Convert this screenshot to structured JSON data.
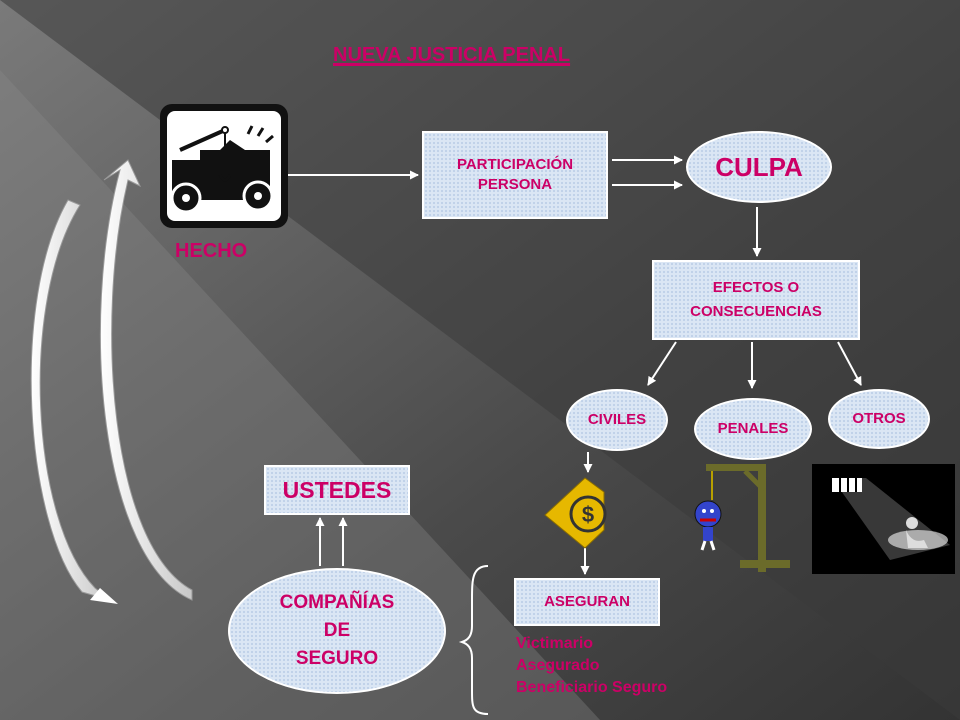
{
  "title": "NUEVA JUSTICIA PENAL",
  "nodes": {
    "hecho": "HECHO",
    "participacion_line1": "PARTICIPACIÓN",
    "participacion_line2": "PERSONA",
    "culpa": "CULPA",
    "efectos_line1": "EFECTOS O",
    "efectos_line2": "CONSECUENCIAS",
    "civiles": "CIVILES",
    "penales": "PENALES",
    "otros": "OTROS",
    "ustedes": "USTEDES",
    "companias_line1": "COMPAÑÍAS",
    "companias_line2": "DE",
    "companias_line3": "SEGURO",
    "aseguran": "ASEGURAN"
  },
  "aseguran_list": [
    "Victimario",
    "Asegurado",
    "Beneficiario Seguro"
  ],
  "icons": [
    "tow-truck-icon",
    "money-icon",
    "gallows-icon",
    "prisoner-icon"
  ],
  "colors": {
    "accent": "#cc0066",
    "box_fill": "#dbe6f4",
    "background": "#454545",
    "shield_icon": "#e6b800"
  }
}
